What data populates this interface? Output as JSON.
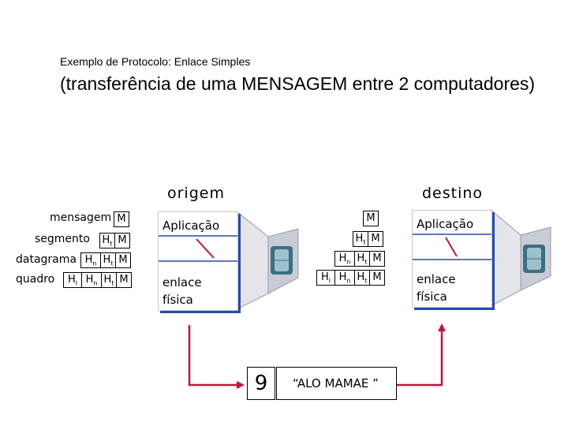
{
  "title_small": "Exemplo de Protocolo: Enlace Simples",
  "title_big": "(transferência de uma MENSAGEM entre 2 computadores)",
  "origem": "origem",
  "destino": "destino",
  "rows": {
    "mensagem": "mensagem",
    "segmento": "segmento",
    "datagrama": "datagrama",
    "quadro": "quadro"
  },
  "pdu": {
    "M": "M",
    "H": "H",
    "t": "t",
    "n": "n",
    "l": "l"
  },
  "stack": {
    "aplicacao": "Aplicação",
    "enlace": "enlace",
    "fisica": "física"
  },
  "screen": {
    "number": "9",
    "message": "“ALO MAMAE ”"
  },
  "colors": {
    "arrow": "#c0143c",
    "stack_shadow": "#2a4aa8",
    "monitor": "#3c6e84"
  }
}
